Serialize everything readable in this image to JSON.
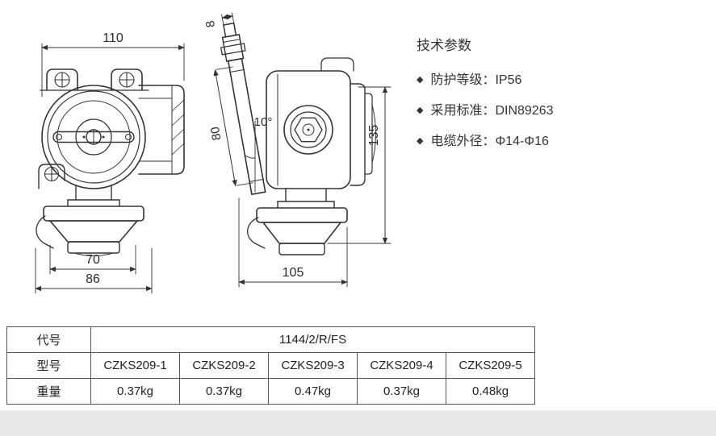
{
  "colors": {
    "background": "#ffffff",
    "line": "#333333",
    "text": "#222222",
    "table_border": "#555555",
    "footer_strip": "#e9e9e9"
  },
  "drawing": {
    "dims": {
      "top_width": "110",
      "inner_width": "70",
      "outer_width": "86",
      "side_width": "105",
      "height": "135",
      "gland_length": "80",
      "gland_tip": "8",
      "tilt_angle": "10°"
    }
  },
  "tech_params": {
    "title": "技术参数",
    "items": [
      {
        "bullet": "◆",
        "text": "防护等级：IP56"
      },
      {
        "bullet": "◆",
        "text": "采用标准：DIN89263"
      },
      {
        "bullet": "◆",
        "text": "电缆外径：Φ14-Φ16"
      }
    ]
  },
  "spec_table": {
    "code_label": "代号",
    "code_value": "1144/2/R/FS",
    "model_label": "型号",
    "models": [
      "CZKS209-1",
      "CZKS209-2",
      "CZKS209-3",
      "CZKS209-4",
      "CZKS209-5"
    ],
    "weight_label": "重量",
    "weights": [
      "0.37kg",
      "0.37kg",
      "0.47kg",
      "0.37kg",
      "0.48kg"
    ]
  }
}
